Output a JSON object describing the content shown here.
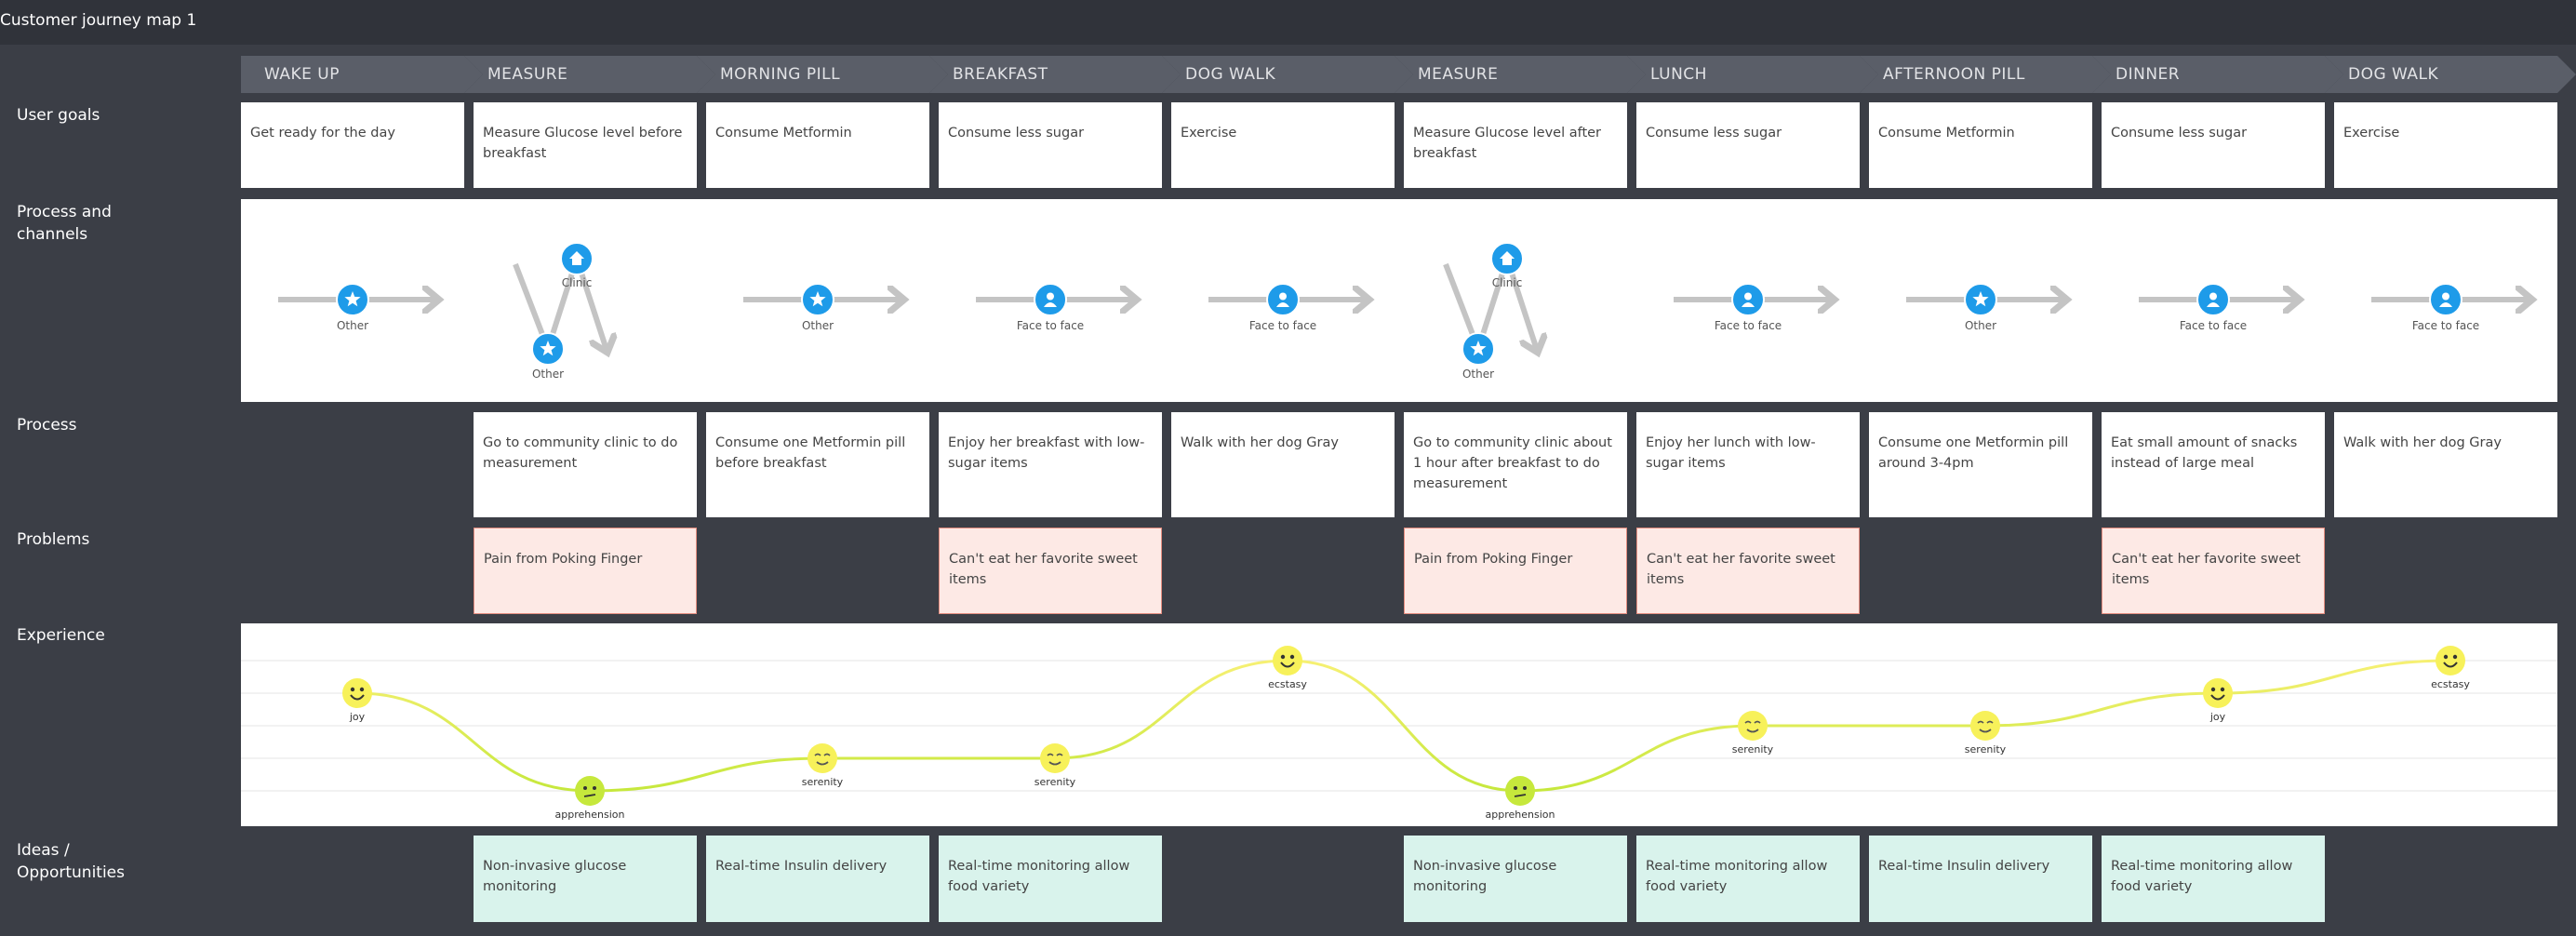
{
  "title": "Customer journey map 1",
  "row_labels": {
    "goals": "User goals",
    "channels_line1": "Process and",
    "channels_line2": "channels",
    "process": "Process",
    "problems": "Problems",
    "experience": "Experience",
    "ideas_line1": "Ideas /",
    "ideas_line2": "Opportunities"
  },
  "stages": [
    "WAKE UP",
    "MEASURE",
    "MORNING PILL",
    "BREAKFAST",
    "DOG WALK",
    "MEASURE",
    "LUNCH",
    "AFTERNOON PILL",
    "DINNER",
    "DOG WALK"
  ],
  "goals": [
    "Get ready for the day",
    "Measure Glucose level before breakfast",
    "Consume Metformin",
    "Consume less sugar",
    "Exercise",
    "Measure Glucose level after breakfast",
    "Consume less sugar",
    "Consume Metformin",
    "Consume less sugar",
    "Exercise"
  ],
  "channels": [
    {
      "type": "single",
      "icon": "star",
      "label": "Other"
    },
    {
      "type": "double",
      "top_icon": "home",
      "top_label": "Clinic",
      "bottom_icon": "star",
      "bottom_label": "Other"
    },
    {
      "type": "single",
      "icon": "star",
      "label": "Other"
    },
    {
      "type": "single",
      "icon": "person",
      "label": "Face to face"
    },
    {
      "type": "single",
      "icon": "person",
      "label": "Face to face"
    },
    {
      "type": "double",
      "top_icon": "home",
      "top_label": "Clinic",
      "bottom_icon": "star",
      "bottom_label": "Other"
    },
    {
      "type": "single",
      "icon": "person",
      "label": "Face to face"
    },
    {
      "type": "single",
      "icon": "star",
      "label": "Other"
    },
    {
      "type": "single",
      "icon": "person",
      "label": "Face to face"
    },
    {
      "type": "single",
      "icon": "person",
      "label": "Face to face"
    }
  ],
  "process": [
    "",
    "Go to community clinic to do measurement",
    "Consume one Metformin pill before breakfast",
    "Enjoy her breakfast with low-sugar items",
    "Walk with her dog Gray",
    "Go to community clinic about 1 hour after breakfast to do measurement",
    "Enjoy her lunch with low-sugar items",
    "Consume one Metformin pill around 3-4pm",
    "Eat small amount of snacks instead of large meal",
    "Walk with her dog Gray"
  ],
  "problems": [
    "",
    "Pain from Poking Finger",
    "",
    "Can't eat her favorite sweet items",
    "",
    "Pain from Poking Finger",
    "Can't eat her favorite sweet items",
    "",
    "Can't eat her favorite sweet items",
    ""
  ],
  "experience": [
    {
      "emotion": "joy",
      "level": 4
    },
    {
      "emotion": "apprehension",
      "level": 1
    },
    {
      "emotion": "serenity",
      "level": 2
    },
    {
      "emotion": "serenity",
      "level": 2
    },
    {
      "emotion": "ecstasy",
      "level": 5
    },
    {
      "emotion": "apprehension",
      "level": 1
    },
    {
      "emotion": "serenity",
      "level": 3
    },
    {
      "emotion": "serenity",
      "level": 3
    },
    {
      "emotion": "joy",
      "level": 4
    },
    {
      "emotion": "ecstasy",
      "level": 5
    }
  ],
  "ideas": [
    "",
    "Non-invasive glucose monitoring",
    "Real-time Insulin delivery",
    "Real-time monitoring allow food variety",
    "",
    "Non-invasive glucose monitoring",
    "Real-time monitoring allow food variety",
    "Real-time Insulin delivery",
    "Real-time monitoring allow food variety",
    ""
  ],
  "colors": {
    "background": "#3b3e46",
    "stage": "#5a5e68",
    "icon": "#1e9be9",
    "arrow": "#c4c4c4",
    "problem_bg": "#fde9e5",
    "problem_border": "#e48d80",
    "idea_bg": "#d9f3ec",
    "curve_low": "#c6e83c",
    "curve_high": "#f6f073"
  }
}
